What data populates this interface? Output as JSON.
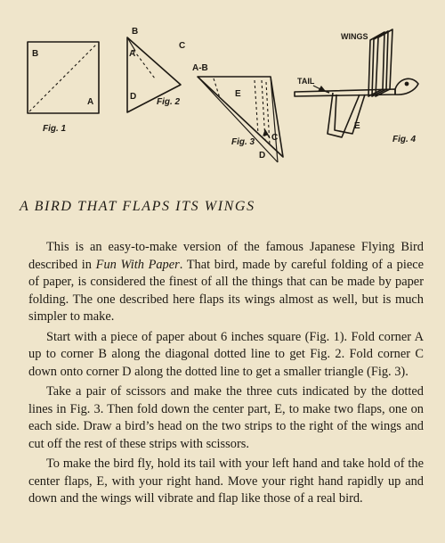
{
  "figures": {
    "fig1": {
      "caption": "Fig. 1",
      "labels": {
        "B": "B",
        "A": "A"
      }
    },
    "fig2": {
      "caption": "Fig. 2",
      "labels": {
        "B": "B",
        "A": "A",
        "C": "C",
        "D": "D"
      }
    },
    "fig3": {
      "caption": "Fig. 3",
      "labels": {
        "AB": "A-B",
        "E": "E",
        "C": "C",
        "D": "D"
      }
    },
    "fig4": {
      "caption": "Fig. 4",
      "labels": {
        "wings": "WINGS",
        "tail": "TAIL",
        "E": "E"
      }
    }
  },
  "article": {
    "title": "A BIRD THAT FLAPS ITS WINGS",
    "paragraphs": [
      {
        "before": "This is an easy-to-make version of the famous Japanese Flying Bird described in ",
        "emphasis": "Fun With Paper",
        "after": ". That bird, made by careful folding of a piece of paper, is considered the finest of all the things that can be made by paper folding. The one described here flaps its wings almost as well, but is much simpler to make."
      },
      {
        "text": "Start with a piece of paper about 6 inches square (Fig. 1). Fold corner A up to corner B along the diagonal dotted line to get Fig. 2. Fold corner C down onto corner D along the dotted line to get a smaller triangle (Fig. 3)."
      },
      {
        "text": "Take a pair of scissors and make the three cuts indicated by the dotted lines in Fig. 3. Then fold down the center part, E, to make two flaps, one on each side. Draw a bird’s head on the two strips to the right of the wings and cut off the rest of these strips with scissors."
      },
      {
        "text": "To make the bird fly, hold its tail with your left hand and take hold of the center flaps, E, with your right hand. Move your right hand rapidly up and down and the wings will vibrate and flap like those of a real bird."
      }
    ]
  }
}
